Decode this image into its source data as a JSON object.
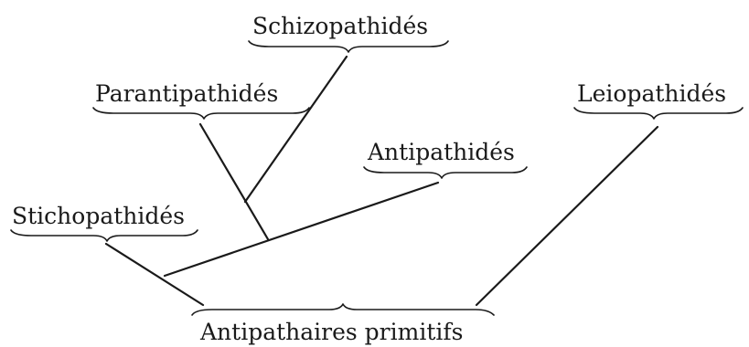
{
  "taxa": {
    "schizopathides": "Schizopathidés",
    "parantipathides": "Parantipathidés",
    "leiopathides": "Leiopathidés",
    "antipathides": "Antipathidés",
    "stichopathides": "Stichopathidés",
    "antipathaires_primitifs": "Antipathaires primitifs"
  }
}
